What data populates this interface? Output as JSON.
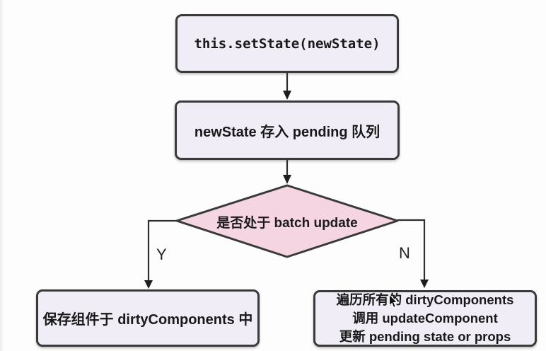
{
  "flowchart": {
    "nodes": {
      "set_state": {
        "shape": "rounded-rect",
        "label": "this.setState(newState)"
      },
      "pending_queue": {
        "shape": "rounded-rect",
        "label": "newState 存入 pending 队列"
      },
      "batch_update_decision": {
        "shape": "diamond",
        "label": "是否处于 batch update"
      },
      "save_dirty": {
        "shape": "rounded-rect",
        "label": "保存组件于 dirtyComponents 中"
      },
      "process_dirty": {
        "shape": "rounded-rect",
        "lines": [
          "遍历所有的 dirtyComponents",
          "调用 updateComponent",
          "更新 pending state or props"
        ]
      }
    },
    "edges": [
      {
        "from": "set_state",
        "to": "pending_queue",
        "label": ""
      },
      {
        "from": "pending_queue",
        "to": "batch_update_decision",
        "label": ""
      },
      {
        "from": "batch_update_decision",
        "to": "save_dirty",
        "label": "Y"
      },
      {
        "from": "batch_update_decision",
        "to": "process_dirty",
        "label": "N"
      }
    ],
    "colors": {
      "background": "#fdfdfd",
      "node_fill": "#f0edf7",
      "diamond_fill": "#f6d5e3",
      "border": "#3a3a3a",
      "line": "#2f2f2f",
      "text": "#191919"
    },
    "cursor": {
      "type": "arrow-pointer"
    }
  }
}
